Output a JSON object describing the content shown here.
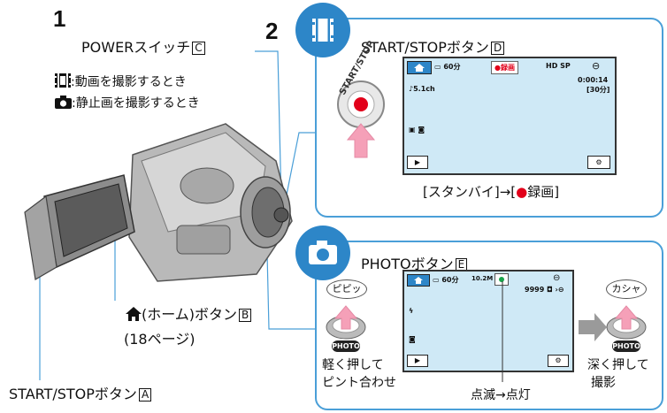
{
  "step1": {
    "number": "1"
  },
  "step2": {
    "number": "2"
  },
  "power_switch": {
    "label": "POWERスイッチ",
    "badge": "C"
  },
  "mode_movie": {
    "text": ":動画を撮影するとき"
  },
  "mode_photo": {
    "text": ":静止画を撮影するとき"
  },
  "home_button": {
    "label": "(ホーム)ボタン",
    "badge": "B",
    "page_ref": "(18ページ)"
  },
  "start_stop_a": {
    "label": "START/STOPボタン",
    "badge": "A"
  },
  "movie_panel": {
    "title": "START/STOPボタン",
    "badge": "D",
    "button_text": "START/STOP",
    "caption_before": "[スタンバイ]",
    "arrow": "→",
    "caption_rec_open": "[",
    "caption_rec": "録画",
    "caption_rec_close": "]",
    "lcd": {
      "battery": "60分",
      "rec": "●録画",
      "quality": "HD SP",
      "time": "0:00:14",
      "remain": "[30分]",
      "audio": "♪5.1ch"
    }
  },
  "photo_panel": {
    "title": "PHOTOボタン",
    "badge": "E",
    "beep_left": "ピピッ",
    "beep_right": "カシャ",
    "photo_label": "PHOTO",
    "half_press_line1": "軽く押して",
    "half_press_line2": "ピント合わせ",
    "full_press_line1": "深く押して",
    "full_press_line2": "撮影",
    "blink": "点滅→点灯",
    "lcd": {
      "battery": "60分",
      "size": "10.2M",
      "count": "9999"
    }
  },
  "colors": {
    "accent_blue": "#2d86c8",
    "panel_border": "#4a9fd8",
    "lcd_bg": "#cfe9f6",
    "rec_red": "#e2001a",
    "arrow_pink": "#f5a0b8"
  }
}
